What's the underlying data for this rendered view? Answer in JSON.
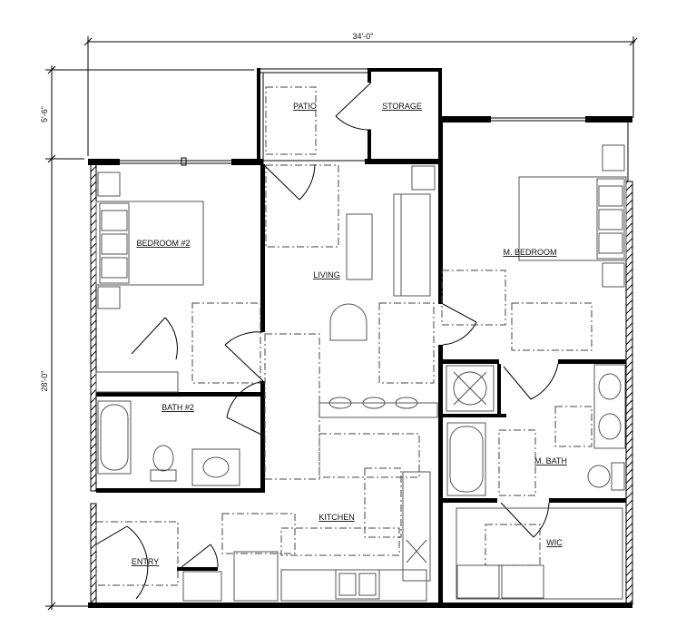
{
  "dimensions": {
    "overall_width": "34'-0\"",
    "patio_depth": "5'-6\"",
    "main_depth": "28'-0\""
  },
  "rooms": {
    "patio": "PATIO",
    "storage": "STORAGE",
    "bedroom2": "BEDROOM #2",
    "living": "LIVING",
    "master_bedroom": "M. BEDROOM",
    "bath2": "BATH #2",
    "master_bath": "M. BATH",
    "kitchen": "KITCHEN",
    "entry": "ENTRY",
    "wic": "WIC"
  }
}
